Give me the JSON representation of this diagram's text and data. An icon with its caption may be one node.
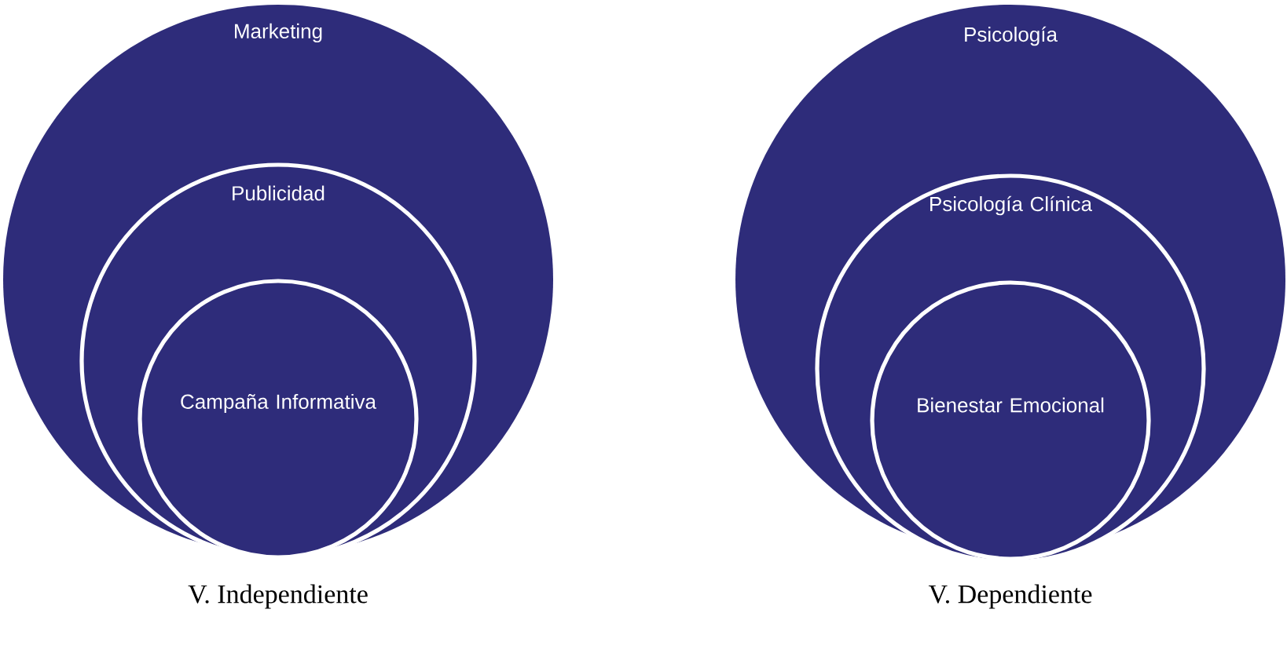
{
  "diagram": {
    "nodes": [
      {
        "text": [
          "Marketing"
        ],
        "beside": [
          "V. Independiente"
        ]
      },
      {
        "text": [
          "Publicidad"
        ],
        "in": 0
      },
      {
        "text": [
          "Campaña Informativa"
        ],
        "in": 1
      },
      {
        "text": [
          "Psicología"
        ],
        "beside": [
          "V. Dependiente"
        ]
      },
      {
        "text": [
          "Psicología Clínica"
        ],
        "in": 3
      },
      {
        "text": [
          "Bienestar Emocional"
        ],
        "in": 4
      }
    ]
  }
}
